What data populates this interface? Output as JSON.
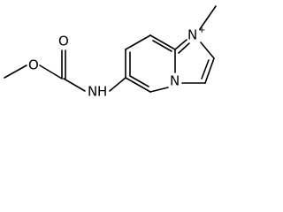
{
  "molecule": {
    "atoms": {
      "o_methoxy": "O",
      "o_carbonyl": "O",
      "n_amide": "N",
      "h_amide": "H",
      "n_imidazolium": "N",
      "plus_charge": "+",
      "n_bridgehead": "N"
    },
    "line_color": "#000000",
    "background": "#ffffff"
  }
}
